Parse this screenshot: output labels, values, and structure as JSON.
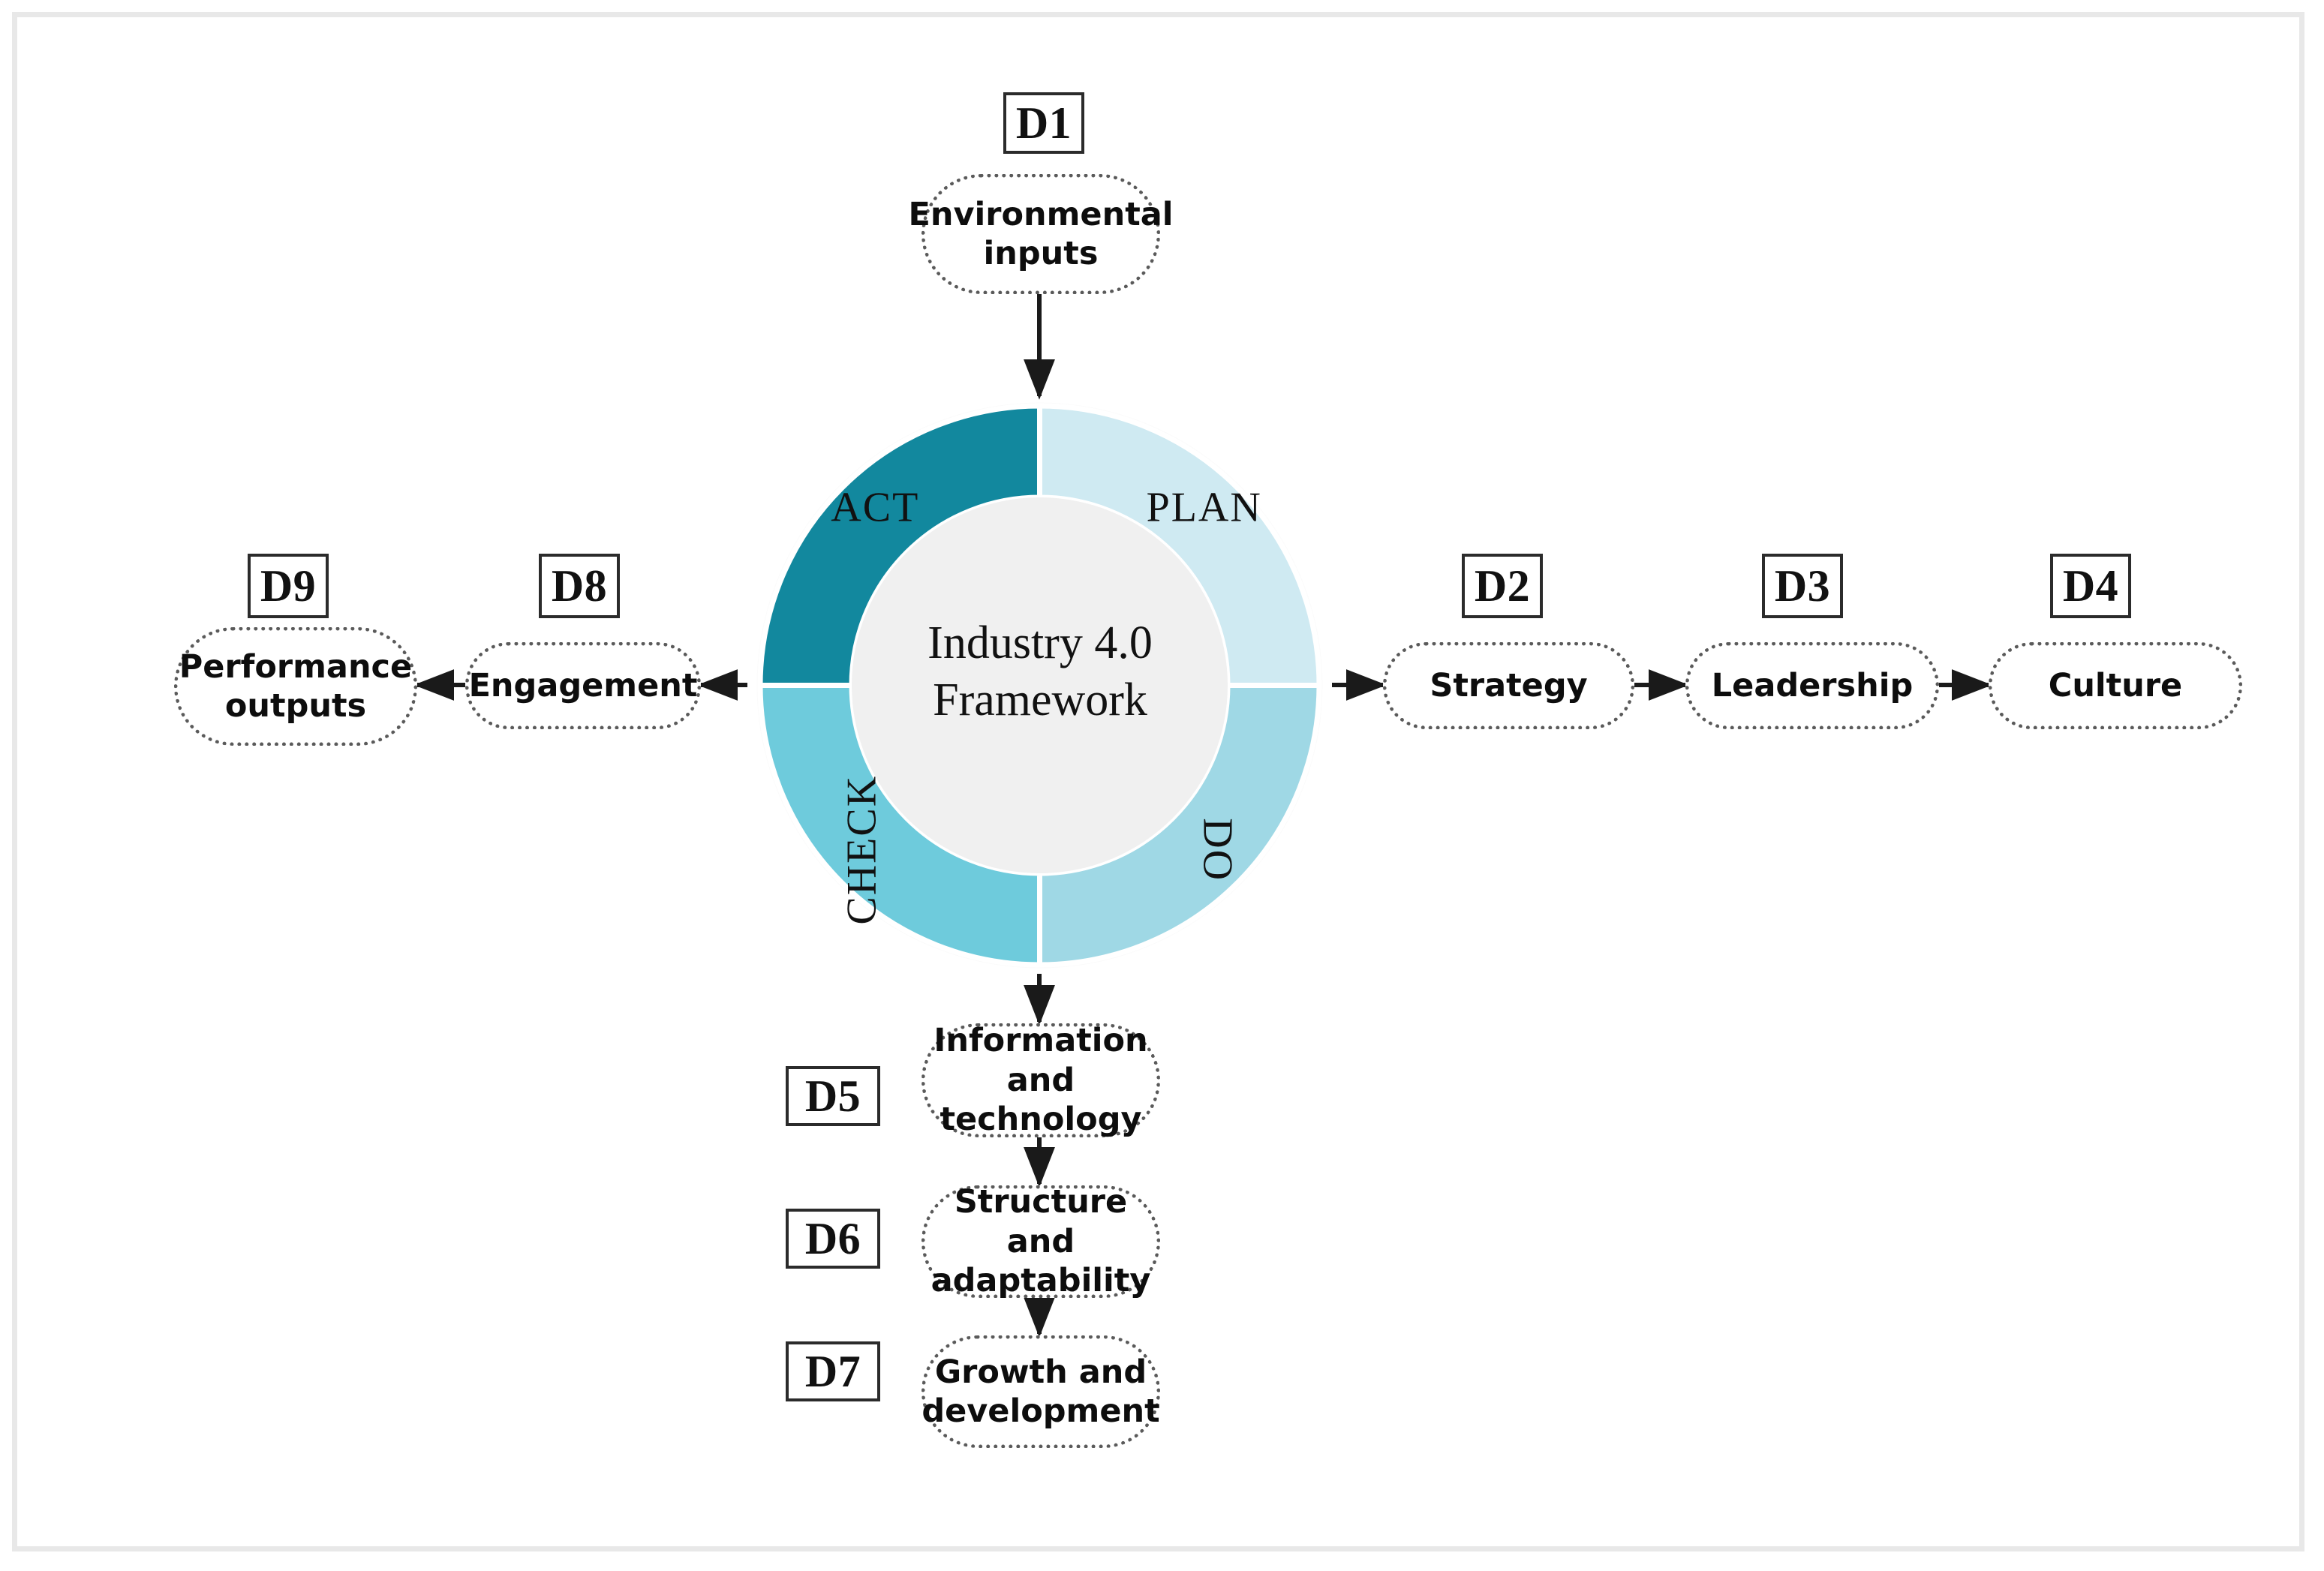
{
  "diagram": {
    "title": "Industry 4.0 Framework",
    "center_line1": "Industry 4.0",
    "center_line2": "Framework",
    "wheel": {
      "quadrants": [
        {
          "id": "plan",
          "label": "PLAN",
          "color": "#cfeaf2"
        },
        {
          "id": "do",
          "label": "DO",
          "color": "#9fd8e5"
        },
        {
          "id": "check",
          "label": "CHECK",
          "color": "#6ecbdc"
        },
        {
          "id": "act",
          "label": "ACT",
          "color": "#12889e"
        }
      ],
      "hub_color": "#f0f0f0"
    },
    "codes": {
      "d1": "D1",
      "d2": "D2",
      "d3": "D3",
      "d4": "D4",
      "d5": "D5",
      "d6": "D6",
      "d7": "D7",
      "d8": "D8",
      "d9": "D9"
    },
    "nodes": {
      "d1": {
        "line1": "Environmental",
        "line2": "inputs"
      },
      "d2": {
        "line1": "Strategy",
        "line2": ""
      },
      "d3": {
        "line1": "Leadership",
        "line2": ""
      },
      "d4": {
        "line1": "Culture",
        "line2": ""
      },
      "d5": {
        "line1": "Information and",
        "line2": "technology"
      },
      "d6": {
        "line1": "Structure and",
        "line2": "adaptability"
      },
      "d7": {
        "line1": "Growth and",
        "line2": "development"
      },
      "d8": {
        "line1": "Engagement",
        "line2": ""
      },
      "d9": {
        "line1": "Performance",
        "line2": "outputs"
      }
    },
    "colors": {
      "frame": "#e8e8e8",
      "arrow": "#1a1a1a",
      "node_border": "#5a5a5a",
      "box_border": "#2b2b2b",
      "accent_dark": "#12889e"
    }
  }
}
